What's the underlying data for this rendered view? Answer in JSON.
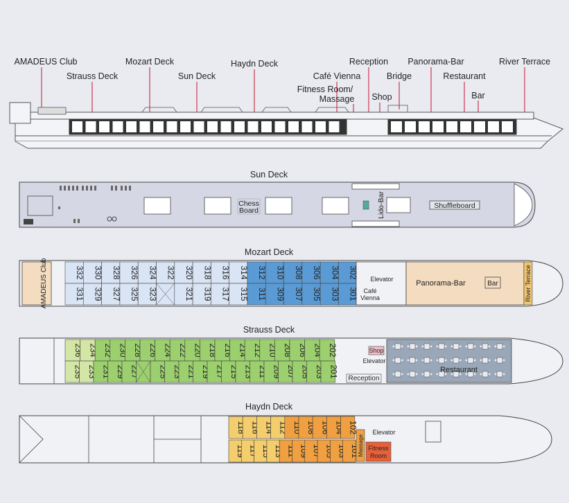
{
  "profile": {
    "labels": {
      "amadeus_club": "AMADEUS Club",
      "strauss_deck": "Strauss Deck",
      "mozart_deck": "Mozart Deck",
      "sun_deck": "Sun Deck",
      "haydn_deck": "Haydn Deck",
      "reception": "Reception",
      "cafe_vienna": "Café Vienna",
      "fitness_line1": "Fitness Room/",
      "fitness_line2": "Massage",
      "shop": "Shop",
      "bridge": "Bridge",
      "panorama_bar": "Panorama-Bar",
      "restaurant": "Restaurant",
      "bar": "Bar",
      "river_terrace": "River Terrace"
    }
  },
  "decks": {
    "sun": {
      "title": "Sun Deck",
      "chess_line1": "Chess",
      "chess_line2": "Board",
      "lido_bar": "Lido-Bar",
      "shuffleboard": "Shuffleboard"
    },
    "mozart": {
      "title": "Mozart Deck",
      "amadeus_club": "AMADEUS Club",
      "cabins_top": [
        "332",
        "330",
        "328",
        "326",
        "324",
        "322",
        "320",
        "318",
        "316",
        "314",
        "312",
        "310",
        "308",
        "306",
        "304",
        "302"
      ],
      "cabins_bottom": [
        "331",
        "329",
        "327",
        "325",
        "323",
        "",
        "321",
        "319",
        "317",
        "315",
        "311",
        "309",
        "307",
        "305",
        "303",
        "301"
      ],
      "elevator": "Elevator",
      "cafe_line1": "Café",
      "cafe_line2": "Vienna",
      "panorama_bar": "Panorama-Bar",
      "bar": "Bar",
      "river_terrace": "River Terrace"
    },
    "strauss": {
      "title": "Strauss Deck",
      "cabins_top": [
        "236",
        "234",
        "232",
        "230",
        "228",
        "226",
        "224",
        "222",
        "220",
        "218",
        "216",
        "214",
        "212",
        "210",
        "208",
        "206",
        "204",
        "202"
      ],
      "cabins_bottom": [
        "235",
        "233",
        "231",
        "229",
        "227",
        "",
        "225",
        "223",
        "221",
        "219",
        "217",
        "215",
        "213",
        "211",
        "209",
        "207",
        "205",
        "203",
        "201"
      ],
      "shop": "Shop",
      "elevator": "Elevator",
      "reception": "Reception",
      "restaurant": "Restaurant"
    },
    "haydn": {
      "title": "Haydn Deck",
      "cabins_top": [
        "118",
        "116",
        "114",
        "112",
        "110",
        "108",
        "106",
        "104",
        "102"
      ],
      "cabins_bottom": [
        "119",
        "117",
        "115",
        "113",
        "111",
        "109",
        "107",
        "105",
        "103",
        "101"
      ],
      "massage": "Massage",
      "elevator": "Elevator",
      "fitness_line1": "Fitness",
      "fitness_line2": "Room"
    }
  },
  "colors": {
    "background": "#e9ebf1",
    "hull": "#d8dbe6",
    "line": "#c8102e",
    "cabin_blue_light": "#d9e4f5",
    "cabin_blue": "#5b9bd5",
    "cabin_green_light": "#d4e6a5",
    "cabin_green": "#9ccf6e",
    "cabin_yellow": "#f4cd6c",
    "cabin_orange": "#f0a040",
    "fitness": "#e8603a",
    "bar_area": "#f3dcc0"
  }
}
